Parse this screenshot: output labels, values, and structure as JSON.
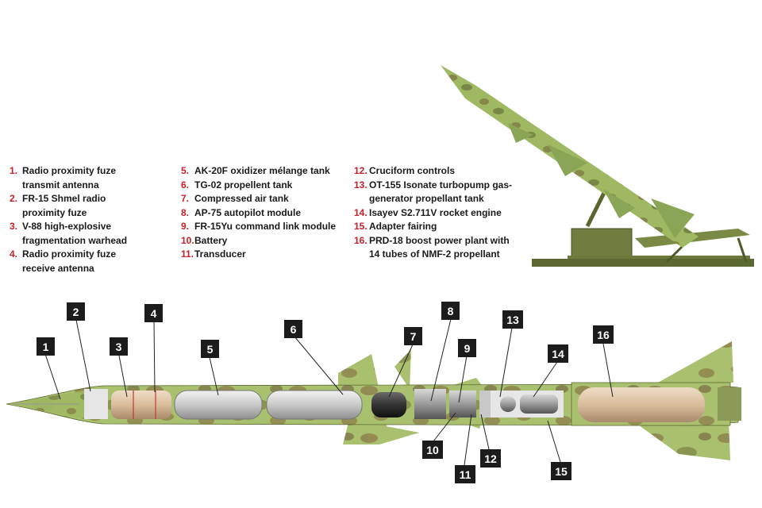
{
  "legend": {
    "col1": [
      {
        "num": "1.",
        "text": "Radio proximity fuze\ntransmit antenna"
      },
      {
        "num": "2.",
        "text": "FR-15 Shmel radio\nproximity fuze"
      },
      {
        "num": "3.",
        "text": "V-88 high-explosive\nfragmentation warhead"
      },
      {
        "num": "4.",
        "text": "Radio proximity fuze\nreceive antenna"
      }
    ],
    "col2": [
      {
        "num": "5.",
        "text": "AK-20F oxidizer mélange tank"
      },
      {
        "num": "6.",
        "text": "TG-02 propellent tank"
      },
      {
        "num": "7.",
        "text": "Compressed air tank"
      },
      {
        "num": "8.",
        "text": "AP-75 autopilot module"
      },
      {
        "num": "9.",
        "text": "FR-15Yu command link module"
      },
      {
        "num": "10.",
        "text": "Battery"
      },
      {
        "num": "11.",
        "text": "Transducer"
      }
    ],
    "col3": [
      {
        "num": "12.",
        "text": "Cruciform controls"
      },
      {
        "num": "13.",
        "text": "OT-155 Isonate turbopump gas-\ngenerator propellant tank"
      },
      {
        "num": "14.",
        "text": "Isayev S2.711V rocket engine"
      },
      {
        "num": "15.",
        "text": "Adapter fairing"
      },
      {
        "num": "16.",
        "text": "PRD-18 boost power plant with\n14 tubes of NMF-2 propellant"
      }
    ]
  },
  "callouts": [
    "1",
    "2",
    "3",
    "4",
    "5",
    "6",
    "7",
    "8",
    "9",
    "10",
    "11",
    "12",
    "13",
    "14",
    "15",
    "16"
  ],
  "colors": {
    "camo_base": "#a9c06e",
    "camo_dark": "#6e7a40",
    "camo_spot": "#8a7a48",
    "label_red": "#c8202a",
    "callout_bg": "#1c1c1c"
  }
}
